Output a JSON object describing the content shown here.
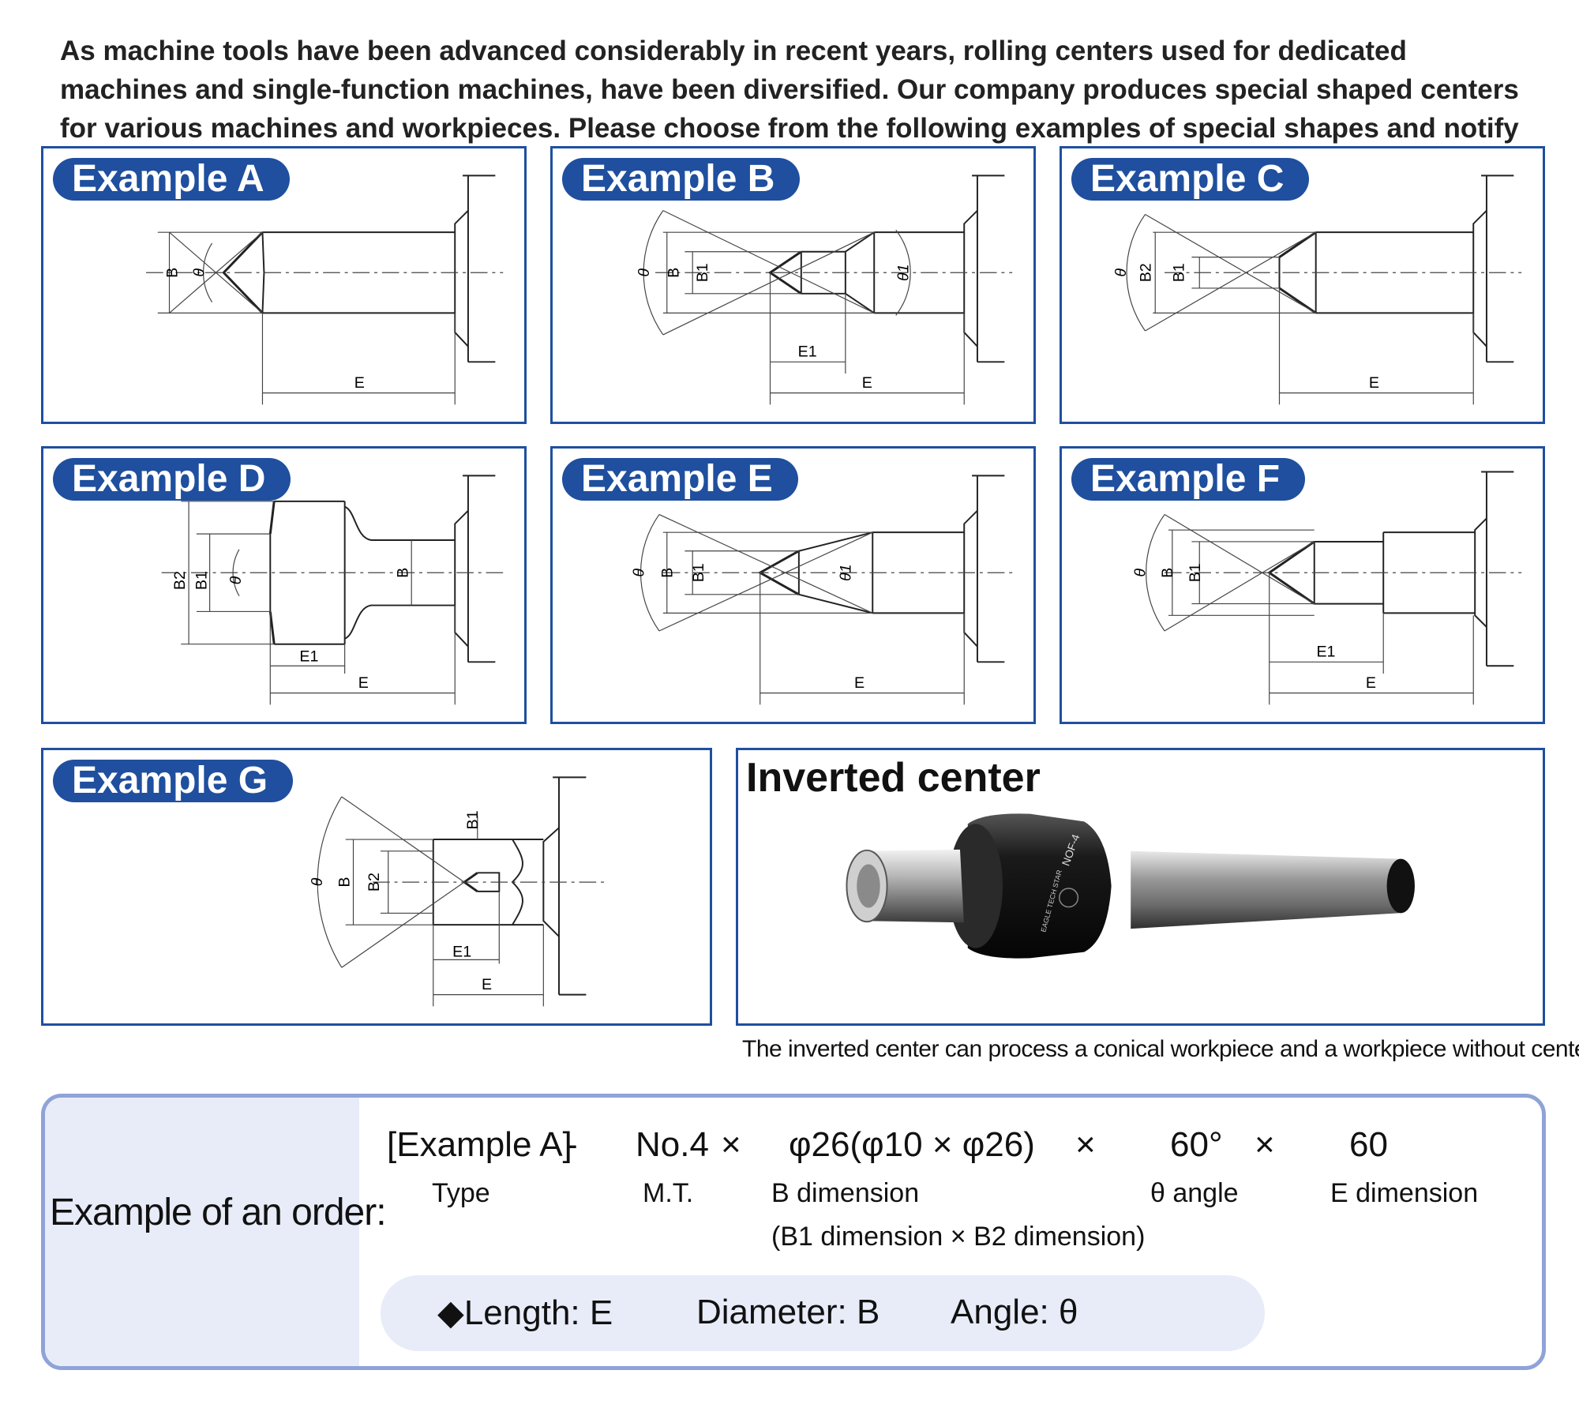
{
  "intro": "As machine tools have been advanced considerably in recent years, rolling centers used for dedicated machines and single-function machines, have been diversified. Our company produces special shaped centers for various machines and workpieces. Please choose from the following examples of special shapes and notify us of the dimension you want.",
  "examples": {
    "a": {
      "title": "Example A",
      "labels": {
        "b": "B",
        "theta": "θ",
        "e": "E"
      }
    },
    "b": {
      "title": "Example B",
      "labels": {
        "theta": "θ",
        "b": "B",
        "b1": "B1",
        "theta1": "θ1",
        "e1": "E1",
        "e": "E"
      }
    },
    "c": {
      "title": "Example C",
      "labels": {
        "theta": "θ",
        "b2": "B2",
        "b1": "B1",
        "e": "E"
      }
    },
    "d": {
      "title": "Example D",
      "labels": {
        "b2": "B2",
        "b1": "B1",
        "theta": "θ",
        "b": "B",
        "e1": "E1",
        "e": "E"
      }
    },
    "e": {
      "title": "Example E",
      "labels": {
        "theta": "θ",
        "b": "B",
        "b1": "B1",
        "theta1": "θ1",
        "e": "E"
      }
    },
    "f": {
      "title": "Example F",
      "labels": {
        "theta": "θ",
        "b": "B",
        "b1": "B1",
        "e1": "E1",
        "e": "E"
      }
    },
    "g": {
      "title": "Example G",
      "labels": {
        "b1": "B1",
        "theta": "θ",
        "b": "B",
        "b2": "B2",
        "e1": "E1",
        "e": "E"
      }
    }
  },
  "inverted": {
    "title": "Inverted center",
    "photo_text": {
      "model": "NOF-4",
      "brand": "EAGLE TECH STAR"
    },
    "caption": "The inverted center can process a conical workpiece and a workpiece without center hole."
  },
  "order": {
    "label": "Example of an order:",
    "tokens": {
      "type": "[Example A]",
      "dash": "-",
      "mt": "No.4",
      "x1": "×",
      "bdim": "φ26(φ10 × φ26)",
      "x2": "×",
      "angle": "60°",
      "x3": "×",
      "edim": "60"
    },
    "captions": {
      "type": "Type",
      "mt": "M.T.",
      "bdim": "B dimension",
      "bdim2": "(B1 dimension × B2 dimension)",
      "angle": "θ angle",
      "edim": "E dimension"
    },
    "legend": {
      "length": "◆Length: E",
      "diameter": "Diameter: B",
      "angle": "Angle: θ"
    }
  }
}
